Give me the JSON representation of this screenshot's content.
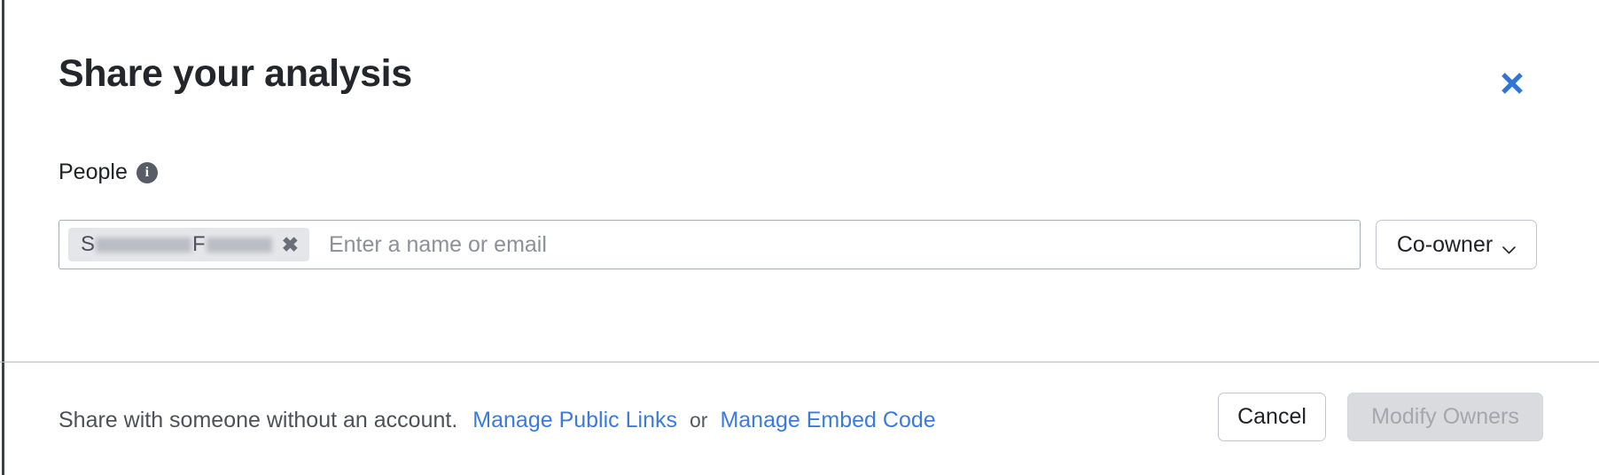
{
  "dialog": {
    "title": "Share your analysis",
    "close_icon": "close-icon"
  },
  "body": {
    "people_label": "People",
    "info_icon_glyph": "i",
    "people_field": {
      "placeholder": "Enter a name or email",
      "chips": [
        {
          "visible_prefix_1": "S",
          "visible_prefix_2": "F",
          "redacted": true,
          "remove_glyph": "✖"
        }
      ]
    },
    "role_select": {
      "value": "Co-owner",
      "chevron_icon": "chevron-down-icon"
    }
  },
  "footer": {
    "note": "Share with someone without an account.",
    "public_links_label": "Manage Public Links",
    "separator": "or",
    "embed_code_label": "Manage Embed Code",
    "cancel_label": "Cancel",
    "submit_label": "Modify Owners",
    "submit_disabled": true
  },
  "colors": {
    "link_blue": "#3b7ae0",
    "close_blue": "#2f75d4",
    "title_dark": "#25262b",
    "chip_bg": "#e4e6ea",
    "disabled_bg": "#d9dbdf",
    "disabled_text": "#a4a7ae",
    "border_gray": "#a8acb3",
    "divider_gray": "#b9bcc2",
    "info_icon_bg": "#585c68",
    "placeholder_gray": "#8c9099"
  }
}
